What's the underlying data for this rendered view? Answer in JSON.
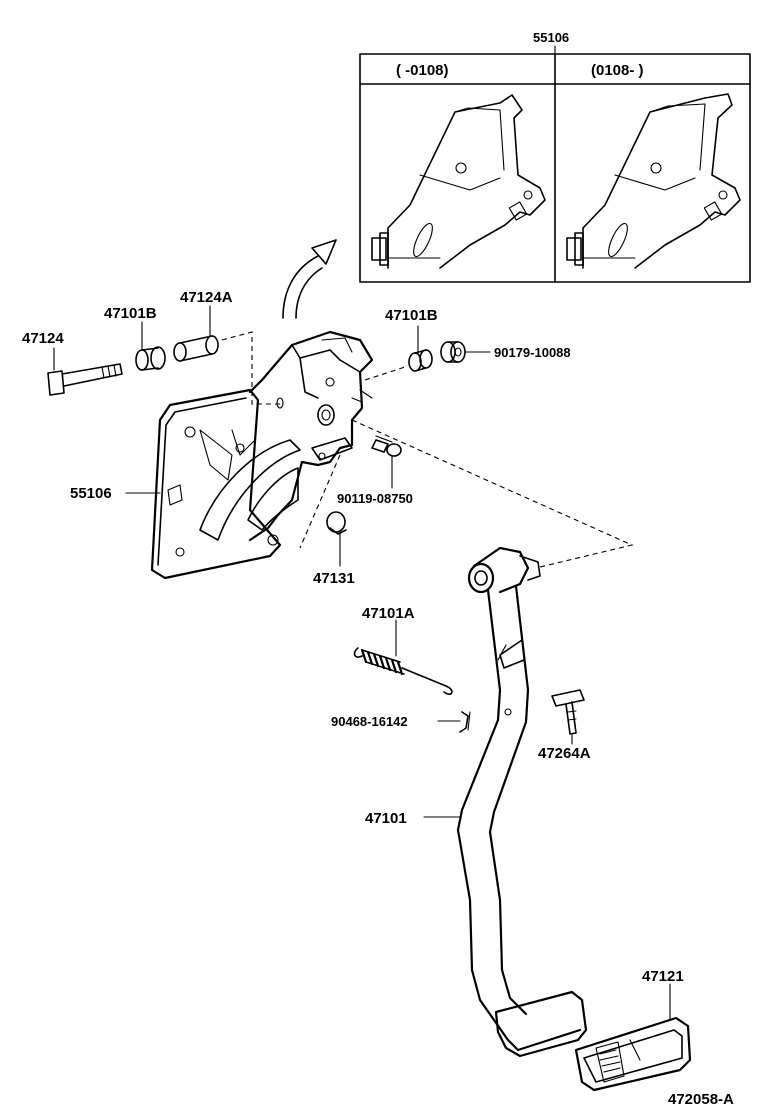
{
  "inset": {
    "title": "55106",
    "left_header": "(        -0108)",
    "right_header": "(0108-        )"
  },
  "labels": {
    "p47124": "47124",
    "p47101B_left": "47101B",
    "p47124A": "47124A",
    "p47101B_right": "47101B",
    "p90179": "90179-10088",
    "p55106": "55106",
    "p90119": "90119-08750",
    "p47131": "47131",
    "p47101A": "47101A",
    "p90468": "90468-16142",
    "p47264A": "47264A",
    "p47101": "47101",
    "p47121": "47121",
    "figure_id": "472058-A"
  }
}
